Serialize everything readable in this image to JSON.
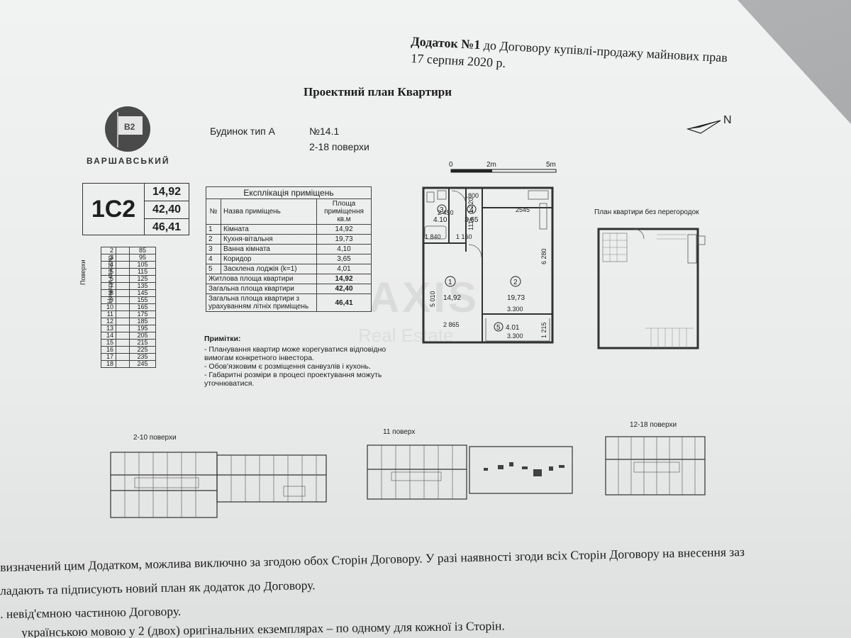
{
  "header": {
    "appendix_bold": "Додаток №1",
    "appendix_rest": " до Договору купівлі-продажу майнових прав",
    "date": "17 серпня 2020 р."
  },
  "plan_title": "Проектний план Квартири",
  "logo": {
    "letters": "В2",
    "name": "ВАРШАВСЬКИЙ"
  },
  "building": {
    "type": "Будинок тип А",
    "number": "№14.1",
    "floors": "2-18 поверхи"
  },
  "apartment": {
    "code": "1С2",
    "areas": [
      "14,92",
      "42,40",
      "46,41"
    ]
  },
  "floor_table": {
    "col1": "Поверхи",
    "col2": "Номери квартир",
    "rows": [
      [
        "2",
        "85"
      ],
      [
        "3",
        "95"
      ],
      [
        "4",
        "105"
      ],
      [
        "5",
        "115"
      ],
      [
        "6",
        "125"
      ],
      [
        "7",
        "135"
      ],
      [
        "8",
        "145"
      ],
      [
        "9",
        "155"
      ],
      [
        "10",
        "165"
      ],
      [
        "11",
        "175"
      ],
      [
        "12",
        "185"
      ],
      [
        "13",
        "195"
      ],
      [
        "14",
        "205"
      ],
      [
        "15",
        "215"
      ],
      [
        "16",
        "225"
      ],
      [
        "17",
        "235"
      ],
      [
        "18",
        "245"
      ]
    ]
  },
  "explication": {
    "title": "Експлікація приміщень",
    "col_no": "№",
    "col_name": "Назва приміщень",
    "col_area": "Площа приміщення кв.м",
    "rows": [
      [
        "1",
        "Кімната",
        "14,92"
      ],
      [
        "2",
        "Кухня-вітальня",
        "19,73"
      ],
      [
        "3",
        "Ванна кімната",
        "4,10"
      ],
      [
        "4",
        "Коридор",
        "3,65"
      ],
      [
        "5",
        "Засклена лоджія (k=1)",
        "4,01"
      ]
    ],
    "totals": [
      [
        "Житлова площа квартири",
        "14,92"
      ],
      [
        "Загальна площа квартири",
        "42,40"
      ],
      [
        "Загальна площа квартири з урахуванням літніх приміщень",
        "46,41"
      ]
    ]
  },
  "notes": {
    "title": "Примітки:",
    "items": [
      "- Планування квартир може корегуватися відповідно вимогам конкретного інвестора.",
      "- Обов'язковим є розміщення санвузлів і кухонь.",
      "- Габаритні розміри в процесі проектування можуть уточнюватися."
    ]
  },
  "scale": {
    "s0": "0",
    "s2": "2m",
    "s5": "5m"
  },
  "north": "N",
  "plan_labels": {
    "d1800": "1800",
    "d2545": "2545",
    "d1840": "1 840",
    "d1160": "1 160",
    "d1115": "1115",
    "d6280": "6 280",
    "d5010": "5 010",
    "d2865": "2 865",
    "d3300a": "3.300",
    "d3300b": "3.300",
    "d1215": "1 215",
    "d1220": "1 220",
    "d2450": "2 450",
    "r1_no": "1",
    "r1_area": "14,92",
    "r2_no": "2",
    "r2_area": "19,73",
    "r3_no": "3",
    "r3_area": "4.10",
    "r4_no": "4",
    "r4_area": "3,65",
    "r5_no": "5",
    "r5_area": "4.01"
  },
  "no_partitions_label": "План квартири без перегородок",
  "floor_plans": {
    "a": "2-10 поверхи",
    "b": "11 поверх",
    "c": "12-18 поверхи"
  },
  "watermark": {
    "main": "AXIS",
    "sub": "Real Estate"
  },
  "bottom_lines": [
    "визначений цим Додатком, можлива виключно за згодою обох Сторін Договору. У разі наявності згоди всіх Сторін Договору на внесення зaз",
    "ладають та підписують новий план як додаток до Договору.",
    ". невід'ємною частиною Договору.",
    "українською мовою у 2 (двох) оригінальних екземплярах – по одному для кожної із Сторін."
  ]
}
